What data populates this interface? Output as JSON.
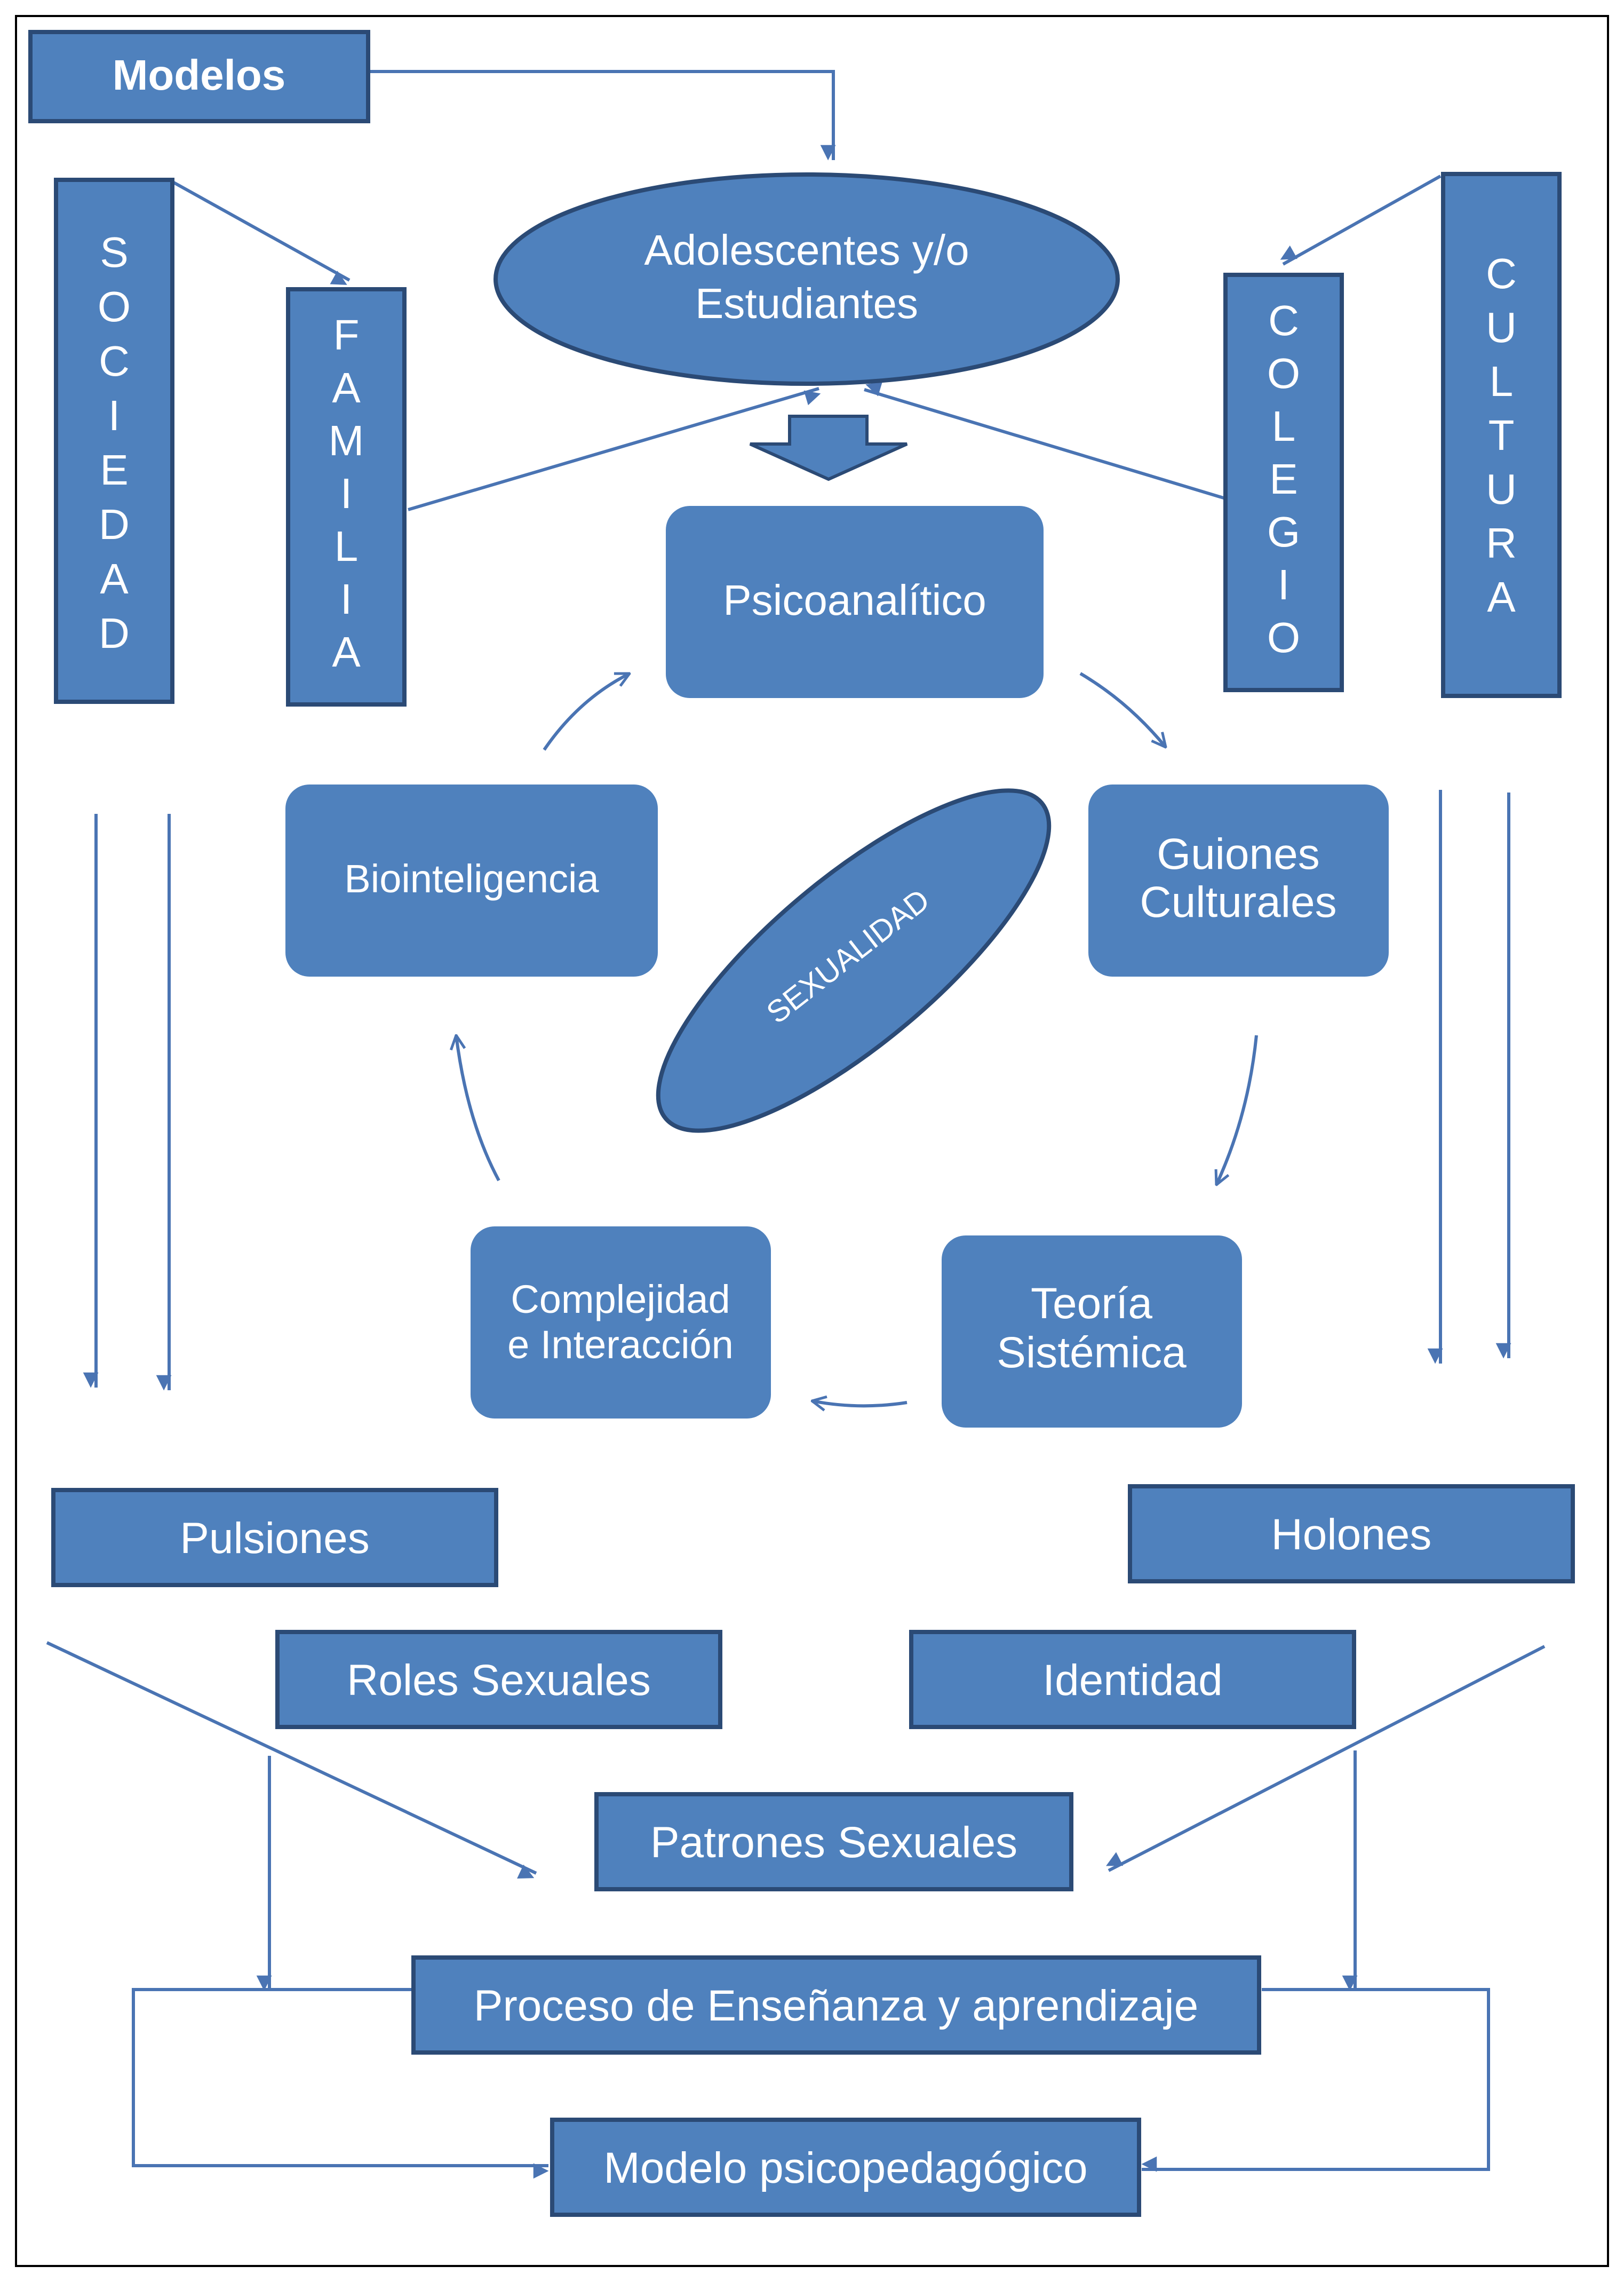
{
  "colors": {
    "box_fill": "#4f81bd",
    "box_stroke": "#2b4a75",
    "arrow": "#4a74b3",
    "text": "#ffffff",
    "frame": "#000000"
  },
  "header": {
    "modelos": "Modelos"
  },
  "center": {
    "adolescentes_line1": "Adolescentes y/o",
    "adolescentes_line2": "Estudiantes"
  },
  "pillars": {
    "sociedad": [
      "S",
      "O",
      "C",
      "I",
      "E",
      "D",
      "A",
      "D"
    ],
    "familia": [
      "F",
      "A",
      "M",
      "I",
      "L",
      "I",
      "A"
    ],
    "colegio": [
      "C",
      "O",
      "L",
      "E",
      "G",
      "I",
      "O"
    ],
    "cultura": [
      "C",
      "U",
      "L",
      "T",
      "U",
      "R",
      "A"
    ]
  },
  "cycle": {
    "psicoanalitico": "Psicoanalítico",
    "guiones_line1": "Guiones",
    "guiones_line2": "Culturales",
    "teoria_line1": "Teoría",
    "teoria_line2": "Sistémica",
    "complejidad_line1": "Complejidad",
    "complejidad_line2": "e Interacción",
    "biointeligencia": "Biointeligencia",
    "sexualidad": "SEXUALIDAD"
  },
  "lower": {
    "pulsiones": "Pulsiones",
    "holones": "Holones",
    "roles_sexuales": "Roles Sexuales",
    "identidad": "Identidad",
    "patrones_sexuales": "Patrones Sexuales",
    "proceso": "Proceso de Enseñanza y aprendizaje",
    "modelo": "Modelo psicopedagógico"
  }
}
